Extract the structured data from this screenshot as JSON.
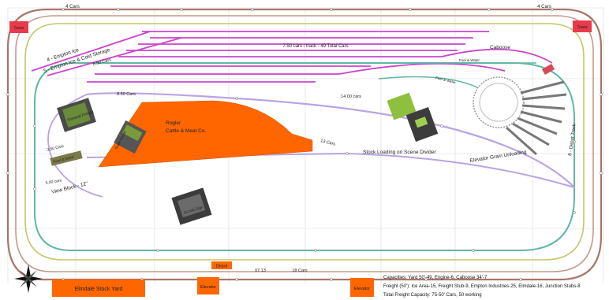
{
  "labels": {
    "cars_top_left": "4 Cars",
    "cars_top_right": "4 Cars",
    "ice_track": "4 - Empton Ice",
    "ice_cold_storage": "5 - Empton Ice & Cold Storage",
    "cars_850_upper": "8.50 Cars",
    "yard_capacity": "7.50 cars / track - 49 Total Cars",
    "caboose": "Caboose",
    "fuel_water": "Fuel & Water",
    "fuel_water_2": "Fuel & Water",
    "cars_850_mid": "8.50 Cars",
    "cars_1400": "14.00 cars",
    "general_freight": "General Freight",
    "rogler_line1": "Rogler",
    "rogler_line2": "Cattle & Meat Co.",
    "cars_13": "13 Cars",
    "stock_loading": "Stock Loading on Scene Divider",
    "elevator_unloading": "Elevator Grain Unloading",
    "cars_350": "3.50 Cars",
    "feed_shed": "Feed & Seed",
    "ship_cars": "5.00 cars",
    "view_block": "View Block - 12\"",
    "scale_house": "Scale House",
    "ecan_sign": "ECAN Sign",
    "depot_track": "8 - Depot Track",
    "depot": "Depot",
    "cars_bottom_1": "07.13",
    "cars_bottom_2": "18 Cars"
  },
  "boxes": {
    "stock_yard": "Elmdale Stock Yard",
    "elevator_1": "Elevator",
    "elevator_2": "Elevator",
    "depot_box": "Depot",
    "tower_left": "Tower",
    "tower_right": "Tower"
  },
  "capacities": {
    "line1": "Capacities: Yard 50'-49, Engine-6, Caboose 34'-7",
    "line2": "Freight (50'): Ice Area-15, Freight Stub-9, Empton Industries-25, Elmdale-16, Junction Stubs-8",
    "line3": "Total Freight Capacity: 75-50' Cars, 50 working"
  },
  "colors": {
    "mainline_outer": "#a9756a",
    "mainline_inner": "#5fb7a3",
    "yard": "#cc44cc",
    "lavender": "#b9a3e6",
    "rogler": "#ff6600",
    "box": "#ff6600",
    "tower": "#e83a4a",
    "grid": "#d8d8d8"
  },
  "icons": {
    "compass": "compass-rose-icon"
  }
}
